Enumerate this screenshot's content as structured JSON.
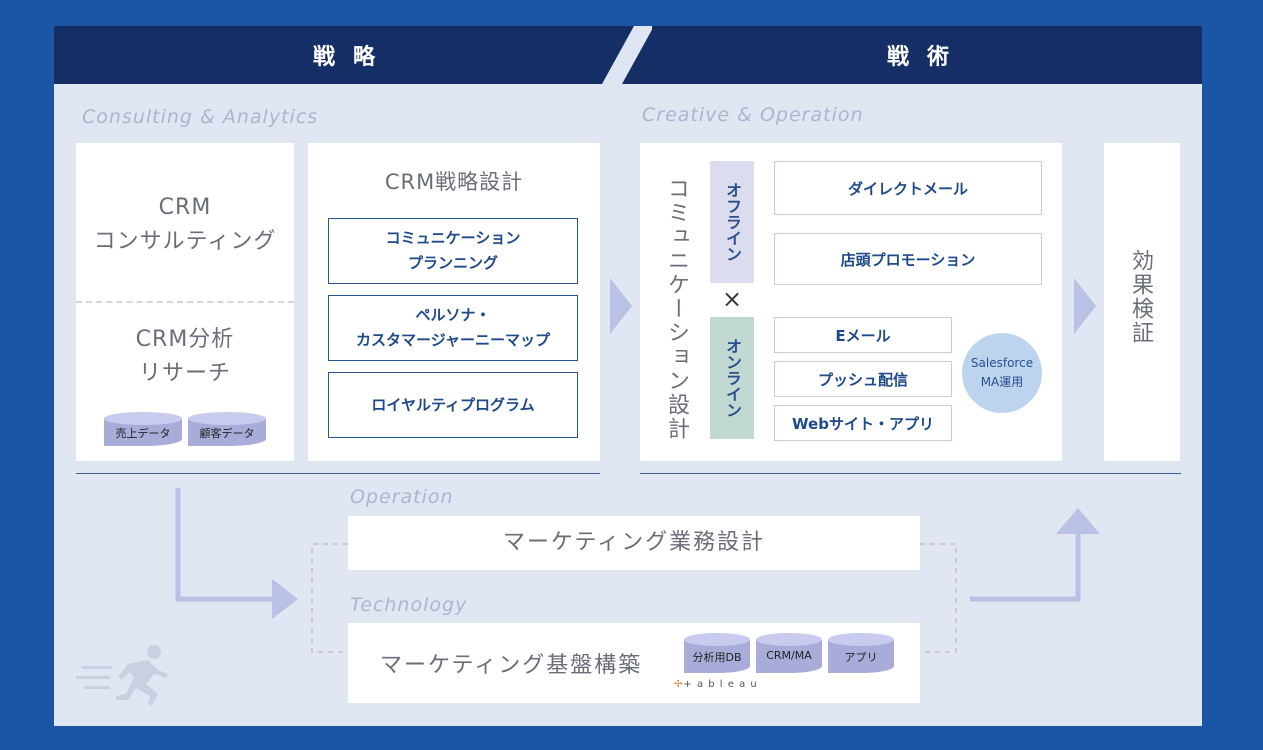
{
  "header": {
    "left": "戦略",
    "right": "戦術"
  },
  "sections": {
    "consulting": "Consulting & Analytics",
    "creative": "Creative & Operation",
    "operation": "Operation",
    "technology": "Technology"
  },
  "crm_consulting": {
    "line1": "CRM",
    "line2": "コンサルティング"
  },
  "crm_research": {
    "line1": "CRM分析",
    "line2": "リサーチ",
    "dbs": [
      "売上データ",
      "顧客データ"
    ]
  },
  "crm_strategy": {
    "title": "CRM戦略設計",
    "items": [
      {
        "line1": "コミュニケーション",
        "line2": "プランニング"
      },
      {
        "line1": "ペルソナ・",
        "line2": "カスタマージャーニーマップ"
      },
      {
        "line1": "ロイヤルティプログラム",
        "line2": ""
      }
    ]
  },
  "communication": {
    "title": "コミュニケーション設計",
    "offline": "オフライン",
    "cross": "×",
    "online": "オンライン",
    "offline_items": [
      "ダイレクトメール",
      "店頭プロモーション"
    ],
    "online_items": [
      "Eメール",
      "プッシュ配信",
      "Webサイト・アプリ"
    ],
    "salesforce": {
      "line1": "Salesforce",
      "line2": "MA運用"
    }
  },
  "effect": "効果検証",
  "operation_box": "マーケティング業務設計",
  "technology_box": {
    "title": "マーケティング基盤構築",
    "dbs": [
      "分析用DB",
      "CRM/MA",
      "アプリ"
    ],
    "logo_text": "+ a b l e a u"
  }
}
